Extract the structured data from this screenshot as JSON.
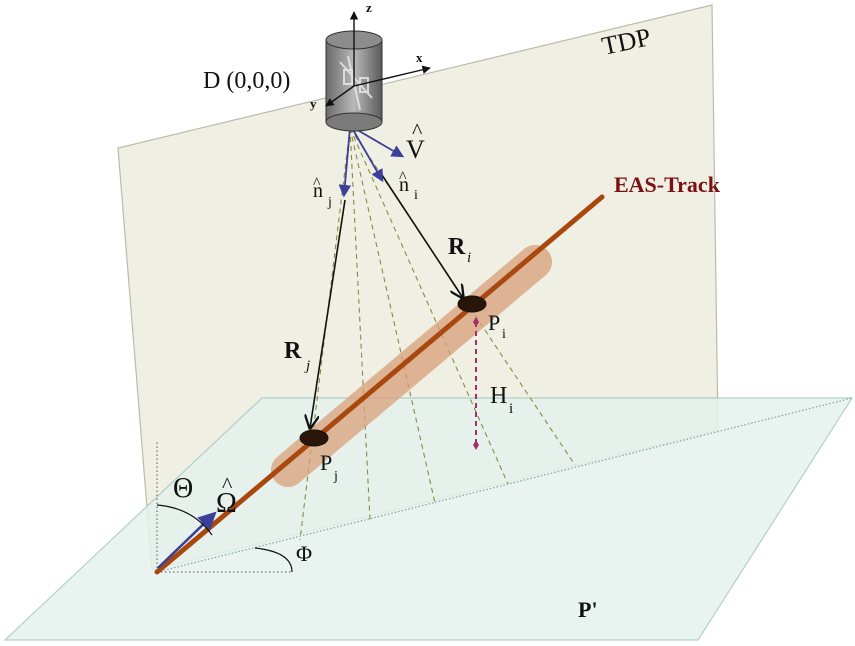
{
  "labels": {
    "detector": "D (0,0,0)",
    "axis_z": "z",
    "axis_x": "x",
    "axis_y": "y",
    "plane_tdp": "TDP",
    "plane_p": "P'",
    "eas_track": "EAS-Track",
    "v_hat": "V",
    "n_i": "n",
    "n_i_sub": "i",
    "n_j": "n",
    "n_j_sub": "j",
    "r_i": "R",
    "r_i_sub": "i",
    "r_j": "R",
    "r_j_sub": "j",
    "p_i": "P",
    "p_i_sub": "i",
    "p_j": "P",
    "p_j_sub": "j",
    "h_i": "H",
    "h_i_sub": "i",
    "theta": "Θ",
    "omega": "Ω",
    "phi": "Φ",
    "hat": "^"
  },
  "colors": {
    "tdp_plane": "#efefe3",
    "ground_plane": "#e6f2ee",
    "track": "#a8480f",
    "track_glow": "#d9a07a",
    "vectors_blue": "#3b3f9a",
    "height_line": "#a0306a",
    "dashed_rays": "#8a8a40",
    "track_label": "#7a1010"
  }
}
